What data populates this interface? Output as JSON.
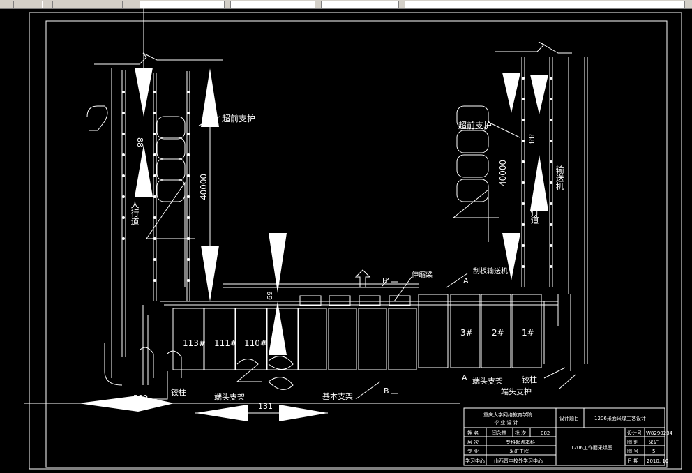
{
  "toolbar": {
    "icons": [
      "draw-tool-icon",
      "layer-icon",
      "property-icon"
    ]
  },
  "drawing": {
    "labels": {
      "advance_support_left": "超前支护",
      "advance_support_right": "超前支护",
      "dim_40000_left": "40000",
      "dim_40000_right": "40000",
      "dim_88_left": "88",
      "dim_88_right": "88",
      "walkway_left": "人行道",
      "walkway_right": "行道",
      "conveyor_right": "输送机",
      "telescopic_beam": "伸缩梁",
      "scraper_conveyor": "刮板输送机",
      "section_b_top": "B",
      "section_a_top": "A",
      "section_b_bottom": "B",
      "section_a_bottom": "A",
      "dim_69": "69",
      "support_113": "113#",
      "support_111": "111#",
      "support_110": "110#",
      "support_3": "3#",
      "support_2": "2#",
      "support_1": "1#",
      "prop_left": "铰柱",
      "end_support_left": "端头支架",
      "basic_support": "基本支架",
      "end_support_right": "端头支架",
      "prop_right": "铰柱",
      "end_support_corner": "端头支护",
      "dim_500": "500",
      "dim_131": "131"
    }
  },
  "title_block": {
    "school": "重庆大学网络教育学院",
    "project_type": "毕 业 设 计",
    "design_topic_label": "设计题目",
    "design_topic": "1206采面采煤工艺设计",
    "name_label": "姓 名",
    "name_value": "闫永林",
    "batch_label": "批 次",
    "batch_value": "082",
    "level_label": "层 次",
    "level_value": "专科起点本科",
    "major_label": "专 业",
    "major_value": "采矿工程",
    "center_label": "学习中心",
    "center_value": "山西晋中校外学习中心",
    "drawing_name": "1206工作面采煤图",
    "design_no_label": "设计号",
    "design_no_value": "W8290234",
    "scale_label": "图 别",
    "scale_value": "采矿",
    "sheet_label": "图 号",
    "sheet_value": "5",
    "date_label": "日 期",
    "date_value": "2010. 10"
  }
}
